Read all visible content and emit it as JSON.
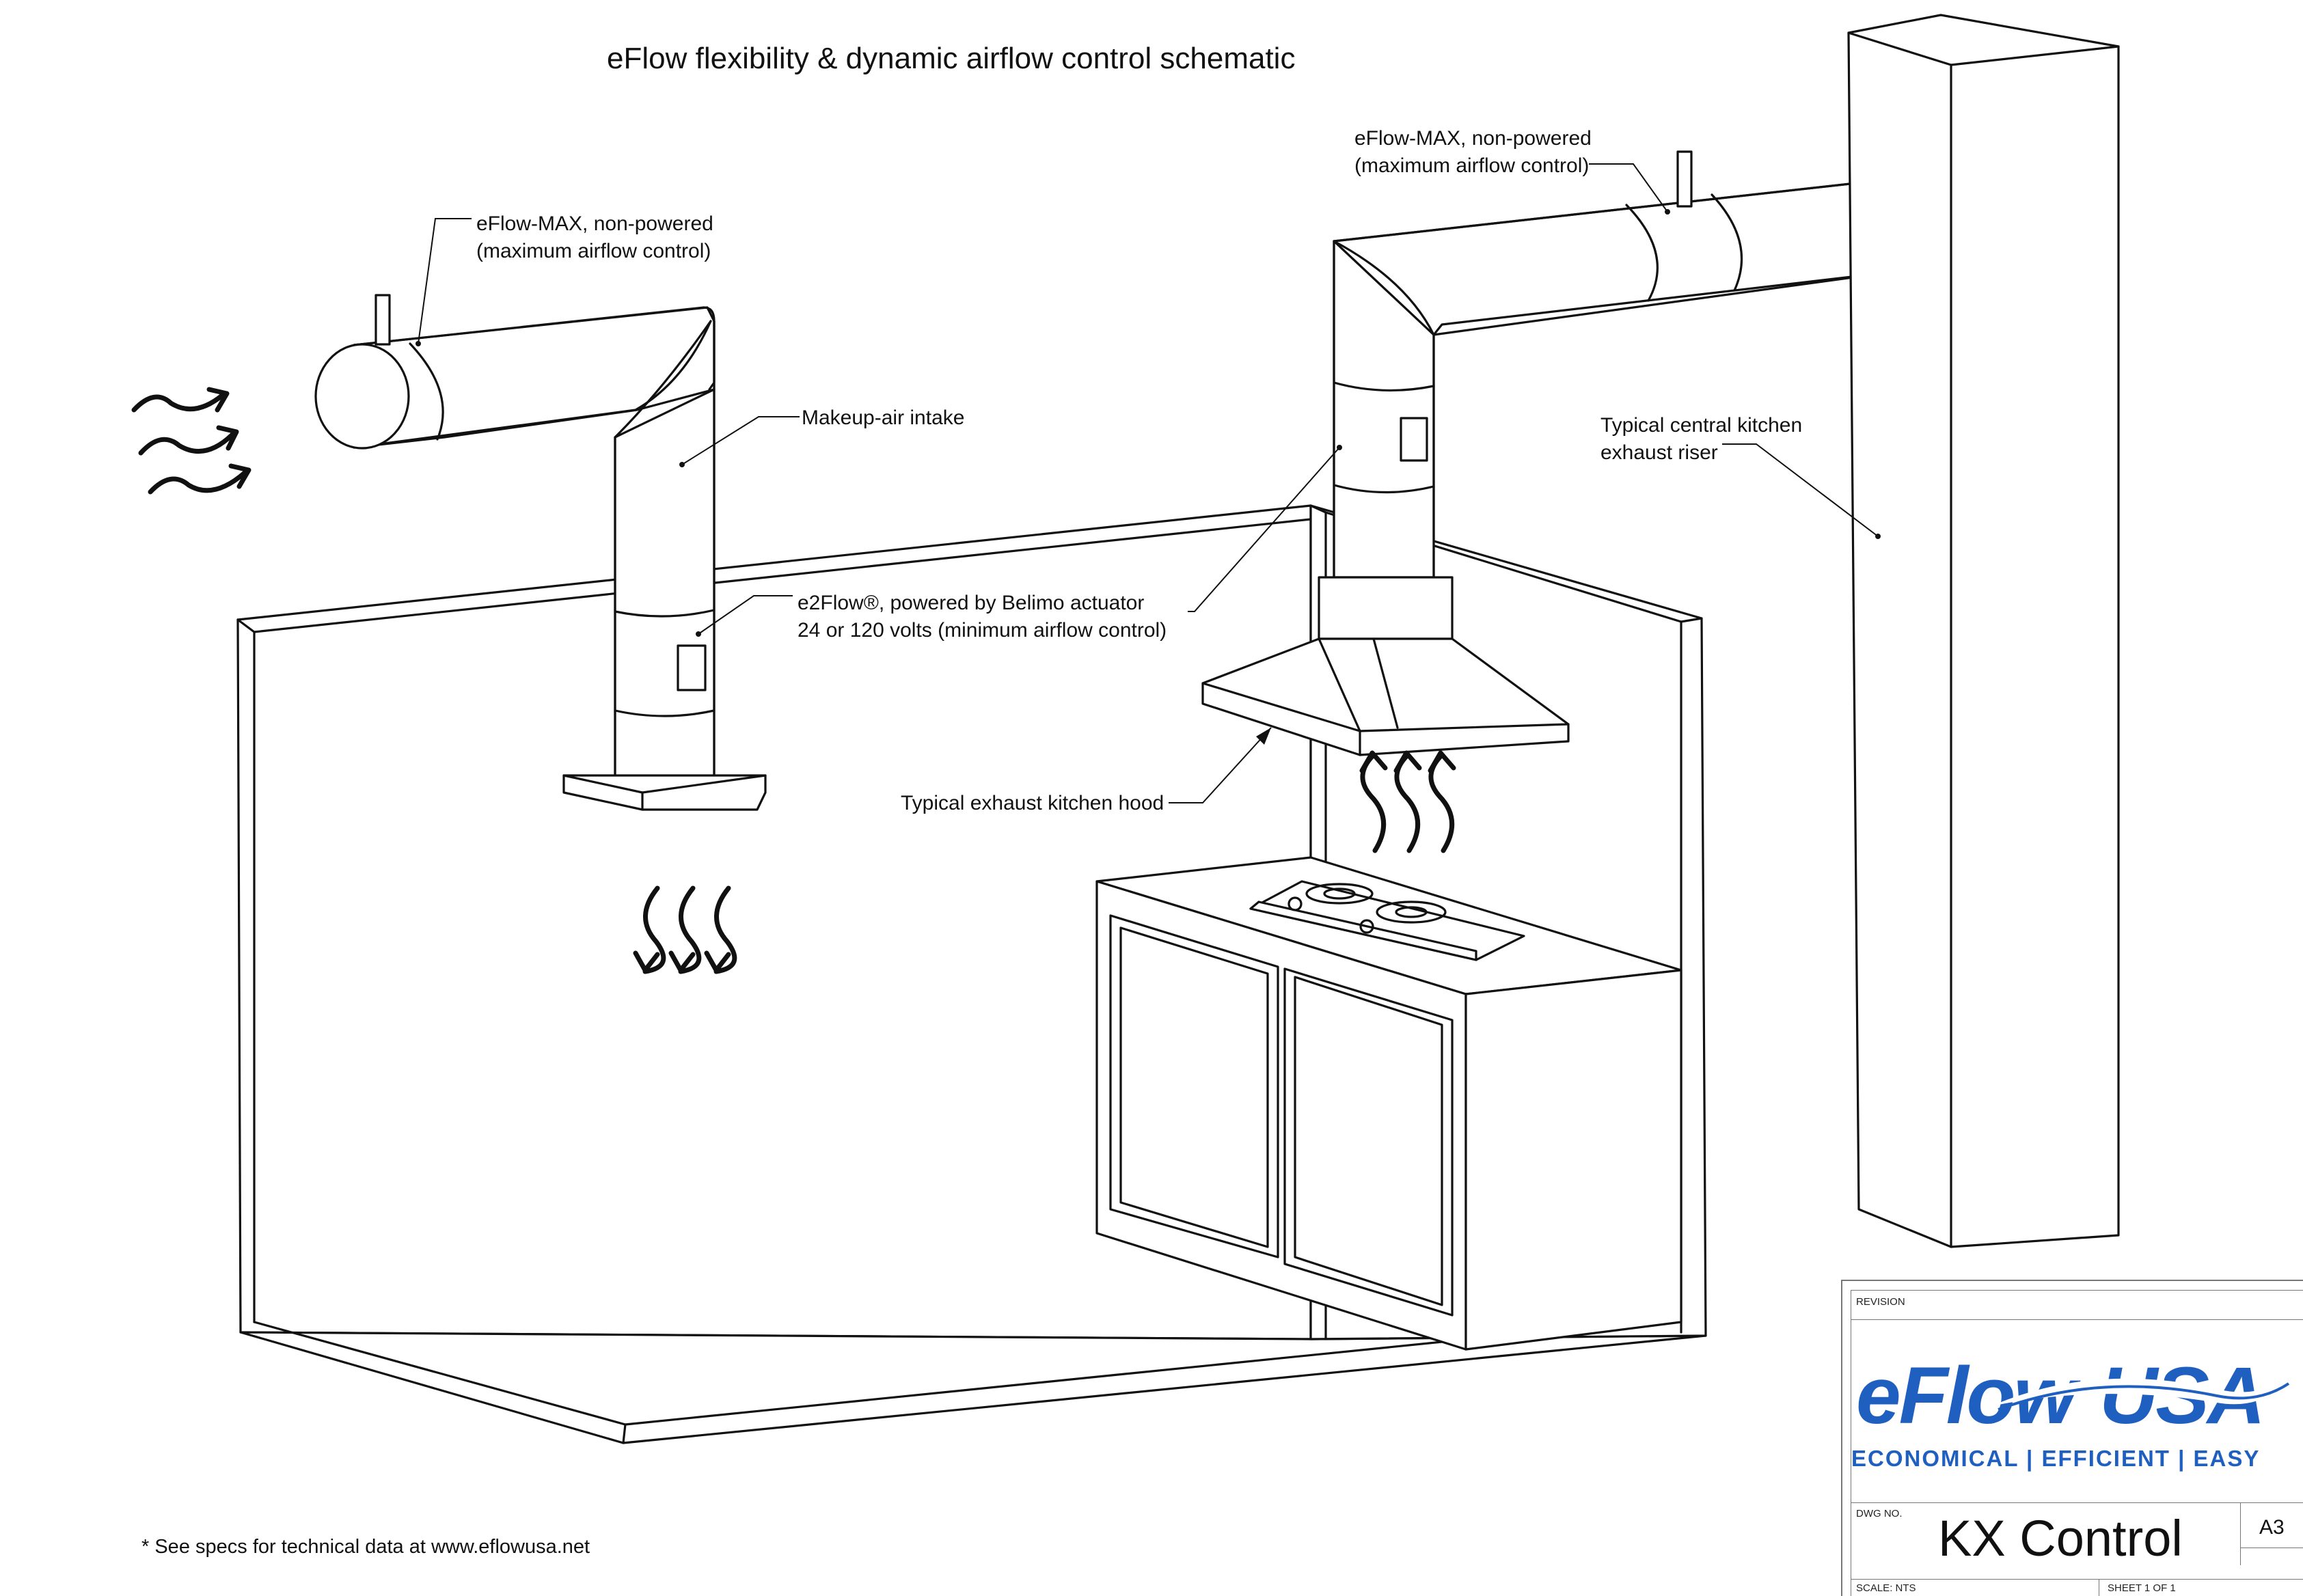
{
  "title": "eFlow flexibility & dynamic airflow control schematic",
  "annotations": {
    "left_damper_line1": "eFlow-MAX, non-powered",
    "left_damper_line2": "(maximum airflow control)",
    "makeup_air": "Makeup-air intake",
    "e2flow_line1": "e2Flow®, powered by Belimo actuator",
    "e2flow_line2": "24 or 120 volts (minimum airflow control)",
    "right_damper_line1": "eFlow-MAX, non-powered",
    "right_damper_line2": "(maximum airflow control)",
    "riser_line1": "Typical central kitchen",
    "riser_line2": "exhaust riser",
    "hood": "Typical exhaust kitchen hood"
  },
  "footnote": "* See specs for technical data at www.eflowusa.net",
  "title_block": {
    "revision_label": "REVISION",
    "logo_text_1": "eFlow",
    "logo_text_2": "USA",
    "tagline": "ECONOMICAL | EFFICIENT | EASY",
    "dwg_no_label": "DWG NO.",
    "dwg_name": "KX Control",
    "size": "A3",
    "scale": "SCALE: NTS",
    "sheet": "SHEET 1 OF 1"
  },
  "colors": {
    "logo_blue": "#1f5fbf",
    "line": "#111111"
  }
}
